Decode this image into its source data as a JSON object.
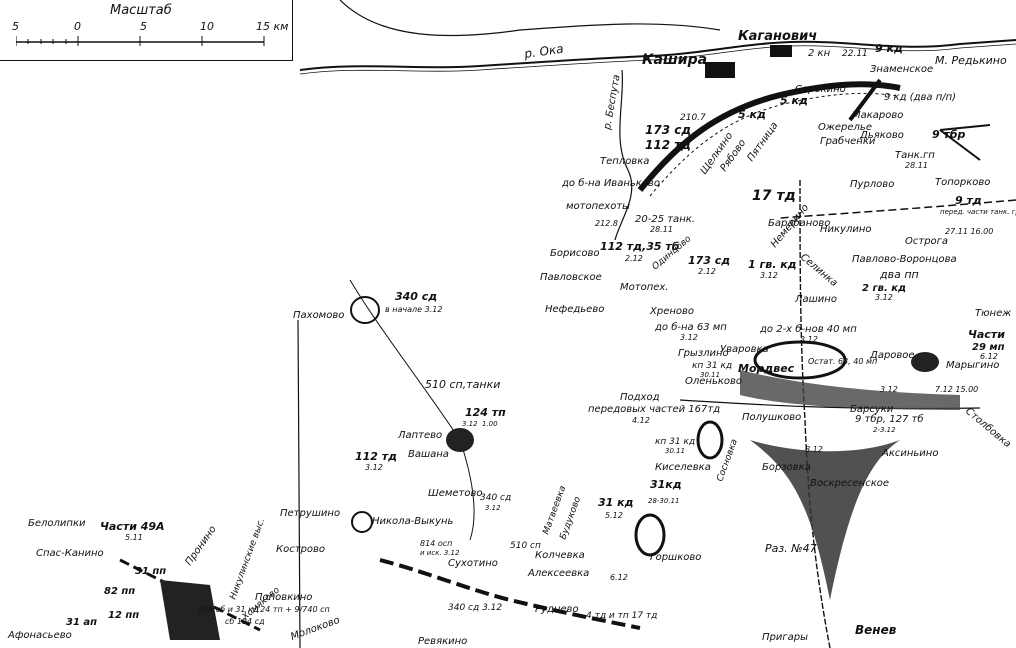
{
  "scale": {
    "title": "Масштаб",
    "ticks": [
      "5",
      "0",
      "5",
      "10",
      "15 км"
    ]
  },
  "labels": {
    "kashira": "Кашира",
    "kaganovich": "Каганович",
    "oka": "р. Ока",
    "besputa": "р. Беспута",
    "redkino": "М. Редькино",
    "znamenskoe": "Знаменское",
    "sorokino": "Сорокино",
    "makarovo": "Макарово",
    "ozherelye": "Ожерелье",
    "grabchenki": "Грабченки",
    "dyakovo": "Дьяково",
    "purlovo": "Пурлово",
    "toporkovo": "Топорково",
    "teplovka": "Тепловка",
    "barabanovo": "Барабаново",
    "nikulino": "Никулино",
    "ostroga": "Острога",
    "borisovo": "Борисово",
    "pavlovskoe": "Павловское",
    "odintsovo": "Одинцово",
    "nefedyevo": "Нефедьево",
    "khrenovo": "Хреново",
    "nemerino": "Немерино",
    "selinka": "Селинка",
    "pavlovo_voron": "Павлово-Воронцова",
    "lashino": "Лашино",
    "uvarovka": "Уваровка",
    "gritchino": "Грызлино",
    "mordves": "Мордвес",
    "olenkovo": "Оленьково",
    "darovoe": "Даровое",
    "marygino": "Марыгино",
    "tyunezh": "Тюнеж",
    "stolbovo": "Столбовка",
    "barsuki": "Барсуки",
    "polushkovo": "Полушково",
    "kiselevka": "Киселевка",
    "sosnovka": "Сосновка",
    "borzovka": "Борзовка",
    "akhsinyino": "Аксиньино",
    "voskresenskoe": "Воскресенское",
    "raz47": "Раз. №47",
    "venev": "Венев",
    "prigary": "Пригары",
    "pakhomovo": "Пахомово",
    "laptevo": "Лаптево",
    "vashana": "Вашана",
    "shemetovo": "Шеметово",
    "petrushino": "Петрушино",
    "nikola_vykun": "Никола-Выкунь",
    "kostrovo": "Кострово",
    "sukhotino": "Сухотино",
    "kolchevka": "Колчевка",
    "alekseevka": "Алексеевка",
    "budkovo": "Будуково",
    "matveevka": "Матвеевка",
    "gorshkovo": "Горшково",
    "rudnevo": "Руднево",
    "revyakino": "Ревякино",
    "beloliki": "Белолипки",
    "spas_kanino": "Спас-Канино",
    "pronino": "Пронино",
    "nikulinskie": "Никулинские выс.",
    "khomyakovo": "Хомяково",
    "popovkino": "Поповкино",
    "molokovo": "Молоково",
    "afonasevo": "Афонасьево",
    "ivankovo": "до б-на Иваньково",
    "motopekh": "мотопехоты",
    "pyatnitsa": "Пятница",
    "ryabovo": "Рябово",
    "shchelkino": "Щелкино"
  },
  "units": {
    "kd9_top": "9 кд",
    "kd9_note": "9 кд (два п/п)",
    "tbr9": "9 тбр",
    "tank_gp": "Танк.гп",
    "tank_gp_date": "28.11",
    "kn2": "2 кн",
    "d2711": "22.11",
    "kd5": "5 кд",
    "kd5b": "5 кд",
    "sd173": "173 сд",
    "td112": "112 тд",
    "td17": "17 тд",
    "d2107": "210.7",
    "tanks_2025": "20-25 танк.",
    "tanks_date": "28.11",
    "d2128": "212.8",
    "td112_35": "112 тд,35 тб",
    "td112_35_date": "2.12",
    "d173_2": "173 сд",
    "d173_2_date": "2.12",
    "gvkd": "1 гв. кд",
    "gvkd_date": "3.12",
    "dva_pp": "два пп",
    "gv_kd2": "2 гв. кд",
    "gv_kd2_date": "3.12",
    "motopekh2": "Мотопех.",
    "mp63": "до б-на 63 мп",
    "mp63_date": "3.12",
    "mp40": "до 2-х б-нов 40 мп",
    "mp40_date": "3.12",
    "td9": "9 тд",
    "td9_note": "перед. части танк. группа легкие танки",
    "td9_date": "27.11 16.00",
    "chast": "Части",
    "mp29": "29 мп",
    "mp29_date": "6.12",
    "pp31": "кп 31 кд",
    "pp31_date": "30.11",
    "ostat": "Остат. 63, 40 мп",
    "podkhod": "Подход",
    "podkhod2": "передовых частей 167тд",
    "podkhod_date": "4.12",
    "tbr9_127": "9 тбр, 127 тб",
    "tbr9_date": "2-3.12",
    "kp31_2": "кп 31 кд",
    "kp31_2_date": "30.11",
    "d812": "8.12",
    "d3112": "3.12",
    "d712_15": "7.12 15.00",
    "sd340": "340 сд",
    "sd340_note": "в начале 3.12",
    "sp510": "510 сп,танки",
    "tp124": "124 тп",
    "tp124_date": "3.12",
    "tp124_time": "1.00",
    "td112b": "112 тд",
    "td112b_date": "3.12",
    "kd31": "31 кд",
    "kd31_date": "5.12",
    "kd31_flag": "31кд",
    "kd31_flag_date": "28-30.11",
    "sd340b": "340 сд",
    "sd340b_date": "3.12",
    "sp510b": "510 сп",
    "osp814": "814 осп",
    "osp814_note": "и иск. 3.12",
    "chast49": "Части 49А",
    "chast49_date": "5.11",
    "pp31b": "31 пп",
    "pp82": "82 пп",
    "pp12": "12 пп",
    "ap31": "31 ап",
    "sb258": "258 сб и 31 кд",
    "sb194": "сб 194 сд",
    "tp124b": "124 тп + 9/740 сп",
    "td4": "4 тд и тп 17 тд",
    "d612": "6.12",
    "sd340c": "340 сд 3.12"
  }
}
